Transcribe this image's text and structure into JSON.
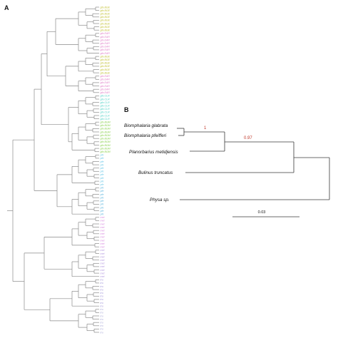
{
  "panels": {
    "a": {
      "label": "A"
    },
    "b": {
      "label": "B"
    }
  },
  "panel_a": {
    "tip_groups": [
      {
        "id": "g1",
        "label": "gfa BGE",
        "color": "#c4c238",
        "count": 8
      },
      {
        "id": "g2",
        "label": "gfa EAR",
        "color": "#e07fc8",
        "count": 7
      },
      {
        "id": "g3",
        "label": "gfa BGE",
        "color": "#c4c238",
        "count": 6
      },
      {
        "id": "g4",
        "label": "gfa EAR",
        "color": "#e07fc8",
        "count": 6
      },
      {
        "id": "g5",
        "label": "gfa CLR",
        "color": "#4fd1c5",
        "count": 8
      },
      {
        "id": "g6",
        "label": "gfa BGM",
        "color": "#8bd14f",
        "count": 10
      },
      {
        "id": "g7",
        "label": "pfe",
        "color": "#6ac8e8",
        "count": 10
      },
      {
        "id": "g8",
        "label": "pfe",
        "color": "#62b8e0",
        "count": 9
      },
      {
        "id": "g9",
        "label": "met",
        "color": "#d98be0",
        "count": 10
      },
      {
        "id": "g10",
        "label": "met",
        "color": "#b49ae0",
        "count": 9
      },
      {
        "id": "g11",
        "label": "tru",
        "color": "#9f93d8",
        "count": 9
      },
      {
        "id": "g12",
        "label": "tru",
        "color": "#a8a8d8",
        "count": 8
      }
    ]
  },
  "panel_b": {
    "taxa": {
      "glabrata": "Biomphalaria glabrata",
      "pfeifferi": "Biomphalaria pfeifferi",
      "metidjensis": "Planorbarius metidjensis",
      "truncatus": "Bulinus truncatus",
      "physa": "Physa sp."
    },
    "support": {
      "biomphalaria_node": "1",
      "planorbid_node": "0.97"
    },
    "support_color": "#c0392b",
    "scale_bar": {
      "label": "0.03"
    }
  },
  "colors": {
    "branch_a": "#8a8a8a",
    "branch_b": "#3a3a3a"
  }
}
